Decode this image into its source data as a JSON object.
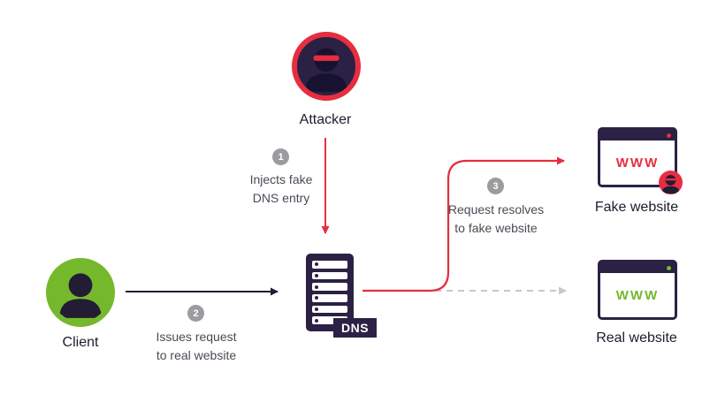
{
  "colors": {
    "attack_red": "#e62e40",
    "navy": "#2b2144",
    "safe_green": "#76b82c",
    "step_badge_gray": "#9c9ca0",
    "dashed_arrow_gray": "#c8c8c8",
    "label_text": "#1c1c2e",
    "step_text": "#4a4a55"
  },
  "nodes": {
    "attacker": {
      "label": "Attacker"
    },
    "client": {
      "label": "Client"
    },
    "dns_server": {
      "label": "DNS"
    },
    "fake_website": {
      "label": "Fake website",
      "content": "WWW"
    },
    "real_website": {
      "label": "Real website",
      "content": "WWW"
    }
  },
  "steps": [
    {
      "number": "1",
      "line1": "Injects fake",
      "line2": "DNS entry"
    },
    {
      "number": "2",
      "line1": "Issues request",
      "line2": "to real website"
    },
    {
      "number": "3",
      "line1": "Request resolves",
      "line2": "to fake website"
    }
  ]
}
